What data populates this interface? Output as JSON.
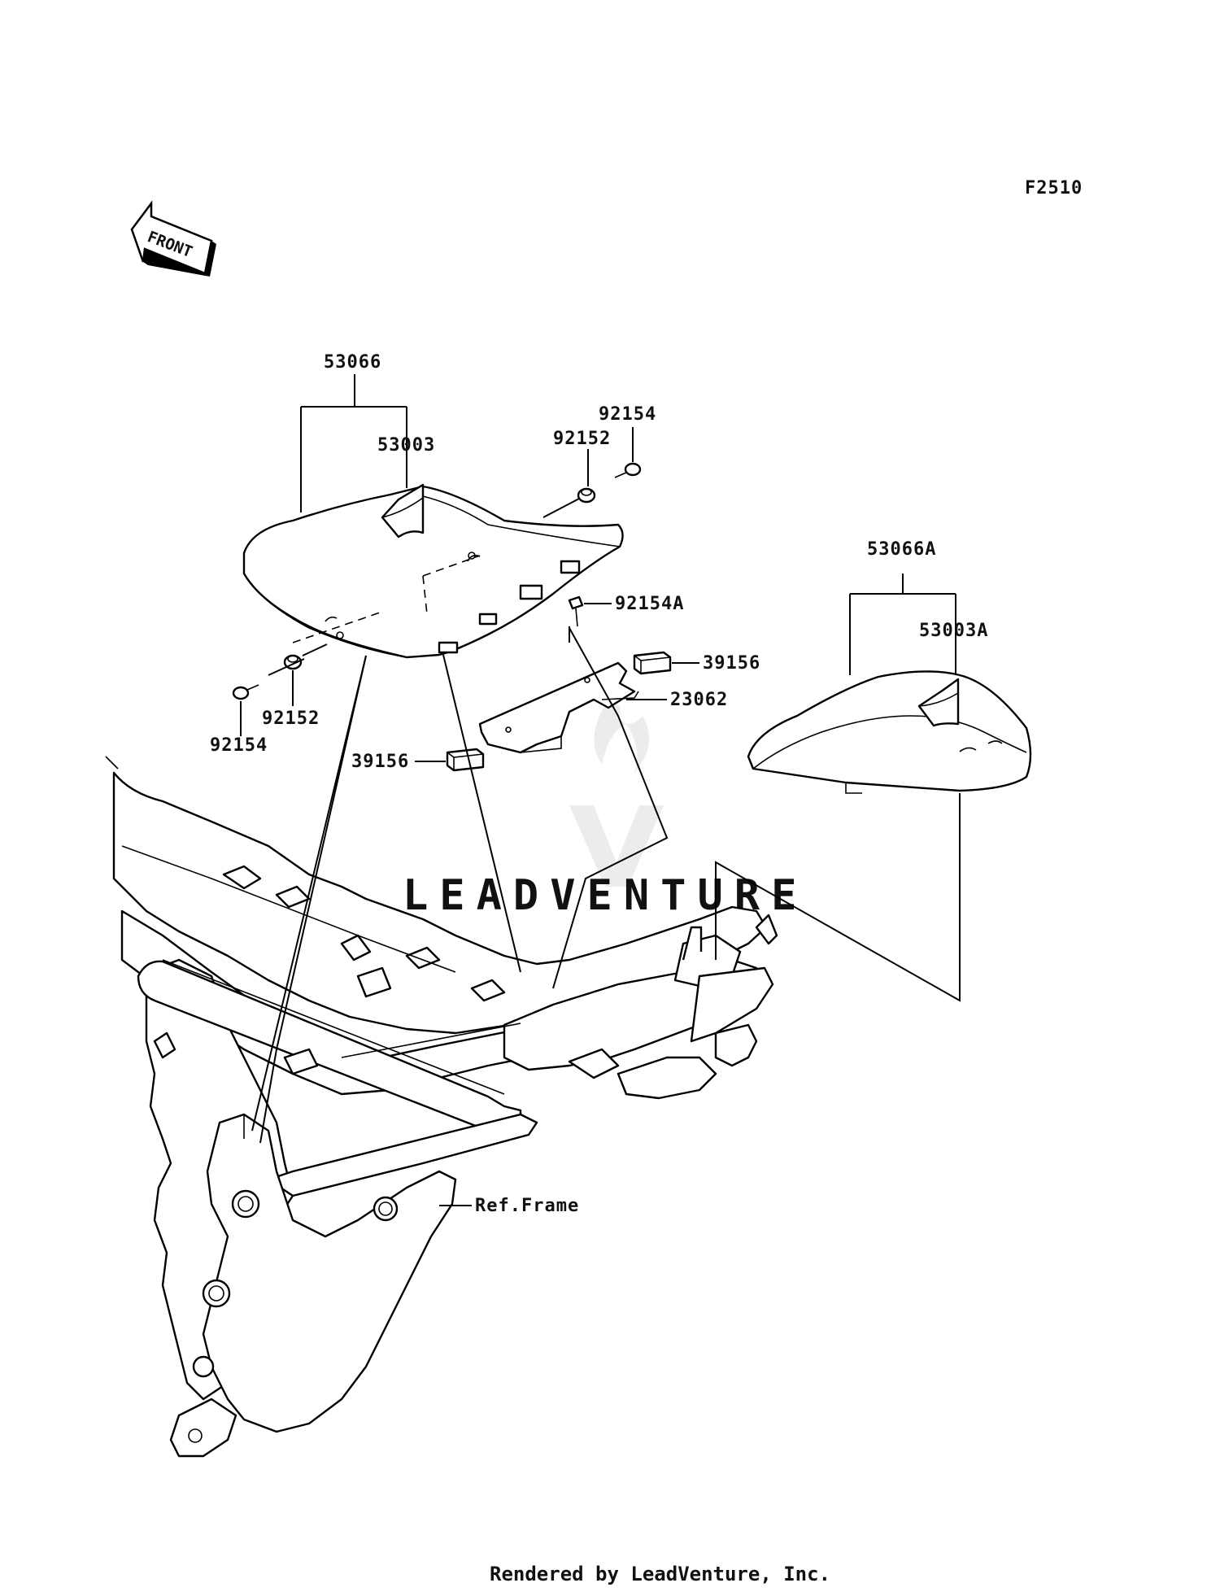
{
  "figure_code": "F2510",
  "front_arrow_label": "FRONT",
  "watermark": "LEADVENTURE",
  "footer": "Rendered by LeadVenture, Inc.",
  "callouts": {
    "c53066": "53066",
    "c53003": "53003",
    "c92154_top": "92154",
    "c92152_top": "92152",
    "c92154A": "92154A",
    "c39156_right": "39156",
    "c23062": "23062",
    "c39156_left": "39156",
    "c92152_bottom": "92152",
    "c92154_bottom": "92154",
    "c53066A": "53066A",
    "c53003A": "53003A",
    "ref_frame": "Ref.Frame"
  }
}
